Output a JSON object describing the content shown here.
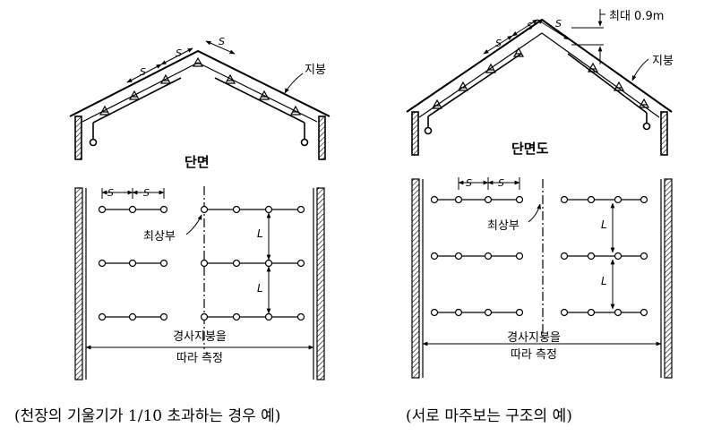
{
  "left": {
    "title": "단면",
    "roof_label": "지붕",
    "spacing_label": "S",
    "peak_label": "최상부",
    "distance_label": "L",
    "measure_line1": "경사지붕을",
    "measure_line2": "따라 측정",
    "caption": "(천장의 기울기가 1/10 초과하는 경우 예)"
  },
  "right": {
    "title": "단면도",
    "roof_label": "지붕",
    "max_label": "최대 0.9m",
    "spacing_label": "S",
    "peak_label": "최상부",
    "distance_label": "L",
    "measure_line1": "경사지붕을",
    "measure_line2": "따라 측정",
    "caption": "(서로 마주보는 구조의 예)"
  }
}
